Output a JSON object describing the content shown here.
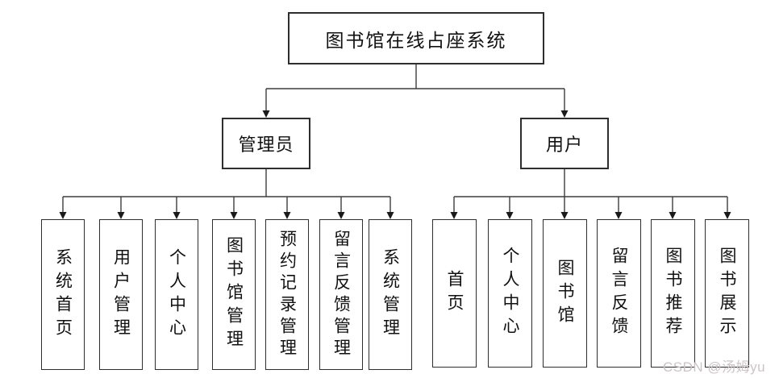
{
  "diagram": {
    "root_label": "图书馆在线占座系统",
    "branches": [
      {
        "label": "管理员",
        "children": [
          "系统首页",
          "用户管理",
          "个人中心",
          "图书馆管理",
          "预约记录管理",
          "留言反馈管理",
          "系统管理"
        ]
      },
      {
        "label": "用户",
        "children": [
          "首页",
          "个人中心",
          "图书馆",
          "留言反馈",
          "图书推荐",
          "图书展示"
        ]
      }
    ]
  },
  "watermark": "CSDN @汤姆yu",
  "colors": {
    "background": "#ffffff",
    "box_border": "#2e2e2e",
    "connector_line": "#3d3d3d",
    "arrow_fill": "#1a1a1a",
    "text": "#111111",
    "watermark": "#ccc4c7"
  }
}
